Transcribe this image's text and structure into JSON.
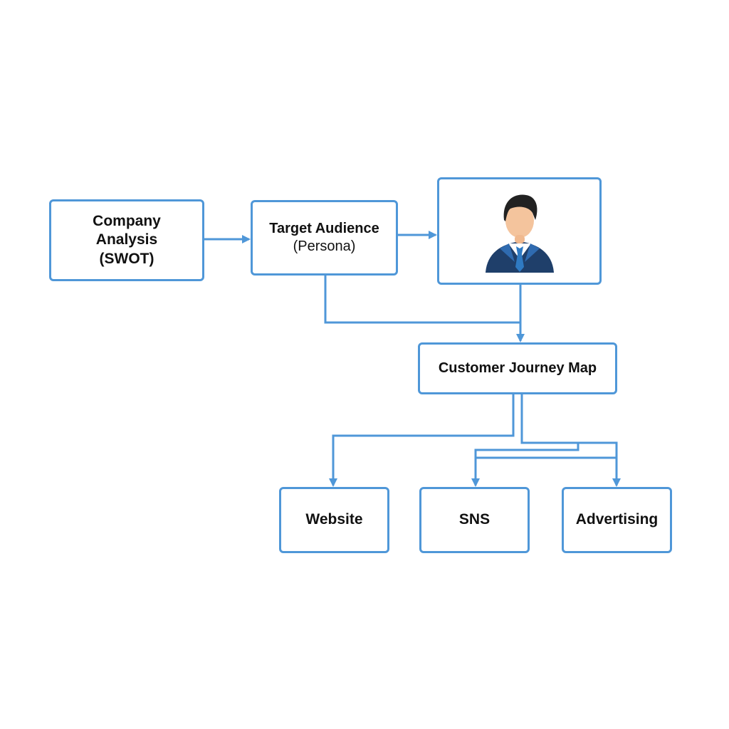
{
  "nodes": {
    "company_analysis": {
      "lines": [
        "Company",
        "Analysis",
        "(SWOT)"
      ]
    },
    "target_audience": {
      "lines": [
        "Target Audience",
        "(Persona)"
      ]
    },
    "persona": {
      "icon": "businessman-icon"
    },
    "customer_journey": {
      "label": "Customer Journey Map"
    },
    "website": {
      "label": "Website"
    },
    "sns": {
      "label": "SNS"
    },
    "advertising": {
      "label": "Advertising"
    }
  },
  "colors": {
    "line": "#4f97d8",
    "suit": "#1f3f6a",
    "hair": "#222222",
    "skin": "#f4c49d",
    "tie": "#2f7ac2"
  }
}
